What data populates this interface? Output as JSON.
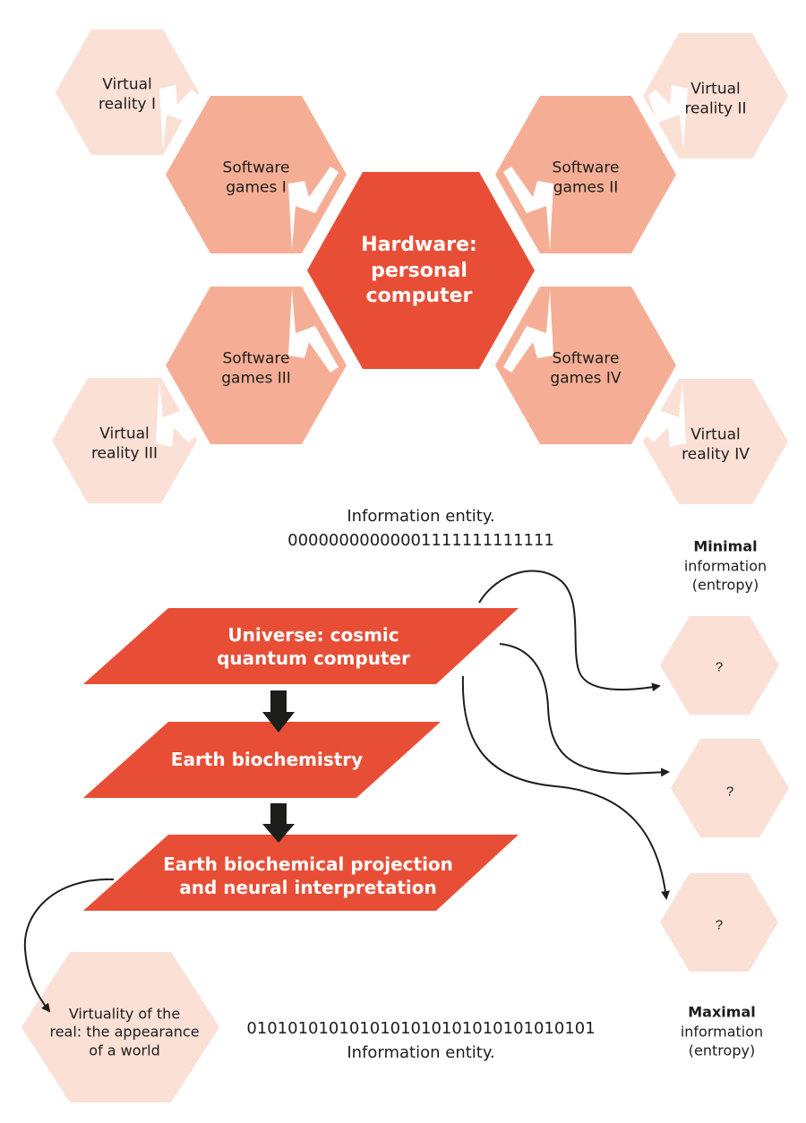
{
  "colors": {
    "hardware": "#e84e36",
    "software": "#f5ae95",
    "virtual": "#fbe0d6",
    "parallelogram": "#e84e36",
    "arrow": "#1d1d1b"
  },
  "top_cluster": {
    "hardware": {
      "line1": "Hardware:",
      "line2": "personal",
      "line3": "computer"
    },
    "software_games": [
      {
        "line1": "Software",
        "line2": "games I"
      },
      {
        "line1": "Software",
        "line2": "games II"
      },
      {
        "line1": "Software",
        "line2": "games III"
      },
      {
        "line1": "Software",
        "line2": "games IV"
      }
    ],
    "virtual_reality": [
      {
        "line1": "Virtual",
        "line2": "reality I"
      },
      {
        "line1": "Virtual",
        "line2": "reality II"
      },
      {
        "line1": "Virtual",
        "line2": "reality III"
      },
      {
        "line1": "Virtual",
        "line2": "reality IV"
      }
    ]
  },
  "info_top": {
    "title": "Information entity.",
    "bits": "00000000000001111111111111"
  },
  "info_bottom": {
    "bits": "0101010101010101010101010101010101",
    "title": "Information entity."
  },
  "flow": {
    "universe": {
      "line1": "Universe: cosmic",
      "line2": "quantum computer"
    },
    "biochemistry": {
      "line1": "Earth biochemistry"
    },
    "projection": {
      "line1": "Earth biochemical projection",
      "line2": "and neural interpretation"
    }
  },
  "virtuality": {
    "line1": "Virtuality of the",
    "line2": "real: the appearance",
    "line3": "of a world"
  },
  "outcomes": [
    {
      "label": "?"
    },
    {
      "label": "?"
    },
    {
      "label": "?"
    }
  ],
  "minimal": {
    "bold": "Minimal",
    "line2": "information",
    "line3": "(entropy)"
  },
  "maximal": {
    "bold": "Maximal",
    "line2": "information",
    "line3": "(entropy)"
  }
}
